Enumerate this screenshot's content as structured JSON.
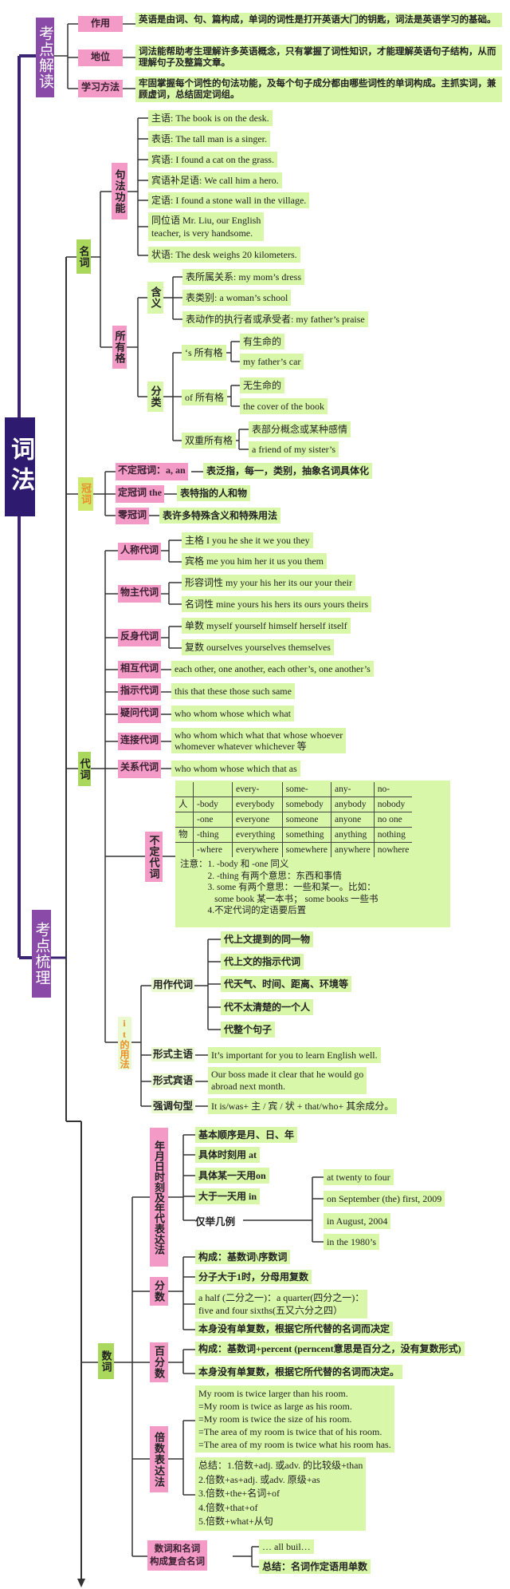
{
  "title": "词法",
  "sections": {
    "interpretation": "考点解读",
    "review": "考点梳理"
  },
  "colors": {
    "pink": "#f39ac7",
    "green": "#d9f7a9",
    "purple": "#8a4aa8",
    "indigo": "#2e1a6e",
    "orange": "#e8912a"
  },
  "interpretation": {
    "items": [
      {
        "label": "作用",
        "text": "英语是由词、句、篇构成，单词的词性是打开英语大门的钥匙，词法是英语学习的基础。"
      },
      {
        "label": "地位",
        "text": "词法能帮助考生理解许多英语概念，只有掌握了词性知识，才能理解英语句子结构，从而理解句子及整篇文章。"
      },
      {
        "label": "学习方法",
        "text": "牢固掌握每个词性的句法功能，及每个句子成分都由哪些词性的单词构成。主抓实词，兼顾虚词，总结固定词组。"
      }
    ]
  },
  "noun": {
    "label": "名词",
    "syntax": {
      "label": "句法功能",
      "items": [
        "主语: The book is on the desk.",
        "表语: The tall man is a singer.",
        "宾语: I found a cat on the grass.",
        "宾语补足语: We call him a hero.",
        "定语: I found a stone wall in the village.",
        "同位语 Mr. Liu, our English\nteacher, is very handsome.",
        "状语: The desk weighs 20 kilometers."
      ]
    },
    "possessive": {
      "label": "所有格",
      "meaning": {
        "label": "含义",
        "items": [
          "表所属关系: my mom’s dress",
          "表类别: a woman’s school",
          "表动作的执行者或承受者: my father’s praise"
        ]
      },
      "classify": {
        "label": "分类",
        "s_case": {
          "label": "‘s 所有格",
          "items": [
            "有生命的",
            "my father’s car"
          ]
        },
        "of_case": {
          "label": "of 所有格",
          "items": [
            "无生命的",
            "the cover of the book"
          ]
        },
        "double": {
          "label": "双重所有格",
          "items": [
            "表部分概念或某种感情",
            "a friend of my sister’s"
          ]
        }
      }
    }
  },
  "article": {
    "label": "冠词",
    "items": [
      {
        "label": "不定冠词：a, an",
        "text": "表泛指，每一，类别，抽象名词具体化"
      },
      {
        "label": "定冠词 the",
        "text": "表特指的人和物"
      },
      {
        "label": "零冠词",
        "text": "表许多特殊含义和特殊用法"
      }
    ]
  },
  "pronoun": {
    "label": "代词",
    "personal": {
      "label": "人称代词",
      "items": [
        "主格 I you he she it we you they",
        "宾格 me you him her it us you them"
      ]
    },
    "possessive": {
      "label": "物主代词",
      "items": [
        "形容词性 my your his her its our your their",
        "名词性 mine yours his hers its ours yours theirs"
      ]
    },
    "reflexive": {
      "label": "反身代词",
      "items": [
        "单数 myself yourself himself herself itself",
        "复数 ourselves yourselves themselves"
      ]
    },
    "reciprocal": {
      "label": "相互代词",
      "text": "each other, one another, each other’s, one another’s"
    },
    "demonstrative": {
      "label": "指示代词",
      "text": "this that these those such same"
    },
    "interrogative": {
      "label": "疑问代词",
      "text": "who whom whose which what"
    },
    "conjunctive": {
      "label": "连接代词",
      "text": "who whom which what that whose whoever\nwhomever whatever whichever 等"
    },
    "relative": {
      "label": "关系代词",
      "text": "who whom whose which that as"
    },
    "indefinite": {
      "label": "不定代词",
      "table": {
        "header": [
          "",
          "",
          "every-",
          "some-",
          "any-",
          "no-"
        ],
        "rows": [
          [
            "人",
            "-body",
            "everybody",
            "somebody",
            "anybody",
            "nobody"
          ],
          [
            "",
            "-one",
            "everyone",
            "someone",
            "anyone",
            "no one"
          ],
          [
            "物",
            "-thing",
            "everything",
            "something",
            "anything",
            "nothing"
          ],
          [
            "",
            "-where",
            "everywhere",
            "somewhere",
            "anywhere",
            "nowhere"
          ]
        ]
      },
      "notes": "注意：1. -body 和 -one 同义\n            2. -thing 有两个意思：东西和事情\n            3. some 有两个意思：一些和某一。比如：\n               some book 某一本书； some books 一些书\n            4.不定代词的定语要后置"
    },
    "it_usage": {
      "label": "it的用法",
      "as_pronoun": {
        "label": "用作代词",
        "items": [
          "代上文提到的同一物",
          "代上文的指示代词",
          "代天气、时间、距离、环境等",
          "代不太清楚的一个人",
          "代整个句子"
        ]
      },
      "formal_subject": {
        "label": "形式主语",
        "text": "It’s important for you to learn English well."
      },
      "formal_object": {
        "label": "形式宾语",
        "text": "Our boss made it clear that he would go\nabroad next month."
      },
      "emphatic": {
        "label": "强调句型",
        "text": "It is/was+ 主 / 宾 / 状 + that/who+ 其余成分。"
      }
    }
  },
  "numeral": {
    "label": "数词",
    "dates": {
      "label": "年月日时刻及年代表达法",
      "items": [
        "基本顺序是月、日、年",
        "具体时刻用 at",
        "具体某一天用on",
        "大于一天用 in"
      ],
      "examples": {
        "label": "仅举几例",
        "items": [
          "at twenty to four",
          "on September (the) first, 2009",
          "in August, 2004",
          "in the 1980’s"
        ]
      }
    },
    "fraction": {
      "label": "分数",
      "items": [
        "构成：基数词\\序数词",
        "分子大于1时，分母用复数",
        "a half (二分之一)：a quarter(四分之一)：\nfive and four sixths(五又六分之四）",
        "本身没有单复数，根据它所代替的名词而决定"
      ]
    },
    "percent": {
      "label": "百分数",
      "items": [
        "构成：基数词+percent (perncent意思是百分之，没有复数形式)",
        "本身没有单复数，根据它所代替的名词而决定。"
      ]
    },
    "multiple": {
      "label": "倍数表达法",
      "examples": "My room is twice larger than his room.\n=My room is twice as large as his room.\n=My room is twice the size of his room.\n=The area of my room is twice that of his room.\n=The area of my room is twice what his room has.",
      "summary": "总结：1.倍数+adj. 或adv. 的比较级+than\n2.倍数+as+adj. 或adv. 原级+as\n3.倍数+the+名词+of\n4.倍数+that+of\n5.倍数+what+从句"
    },
    "compound": {
      "label": "数词和名词\n构成复合名词",
      "items": [
        "… all buil…",
        "总结：名词作定语用单数"
      ]
    }
  }
}
